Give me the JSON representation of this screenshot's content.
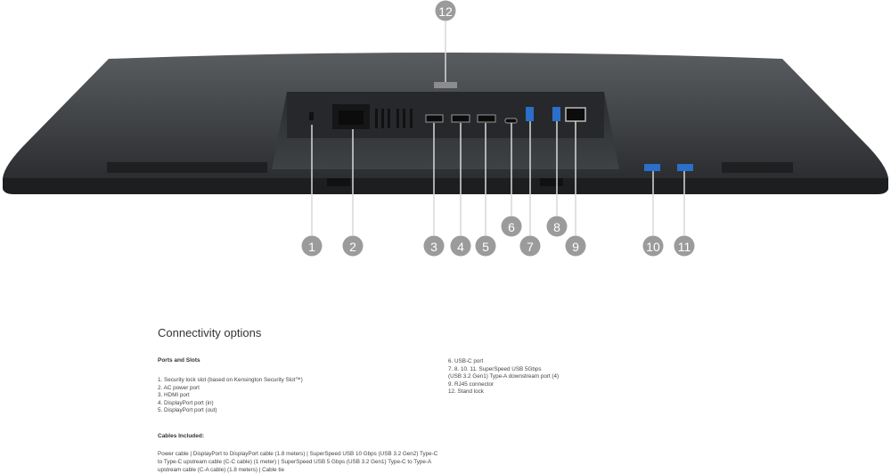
{
  "callouts": [
    "1",
    "2",
    "3",
    "4",
    "5",
    "6",
    "7",
    "8",
    "9",
    "10",
    "11",
    "12"
  ],
  "section_title": "Connectivity options",
  "ports_heading": "Ports and Slots",
  "ports_left": [
    "1. Security lock slot (based on Kensington Security Slot™)",
    "2. AC power port",
    "3. HDMI port",
    "4. DisplayPort port (in)",
    "5. DisplayPort port (out)"
  ],
  "ports_right": [
    "6. USB-C port",
    "7. 8. 10. 11. SuperSpeed USB 5Gbps",
    "(USB 3.2 Gen1) Type-A downstream port (4)",
    "9. RJ45 connector",
    "12. Stand lock"
  ],
  "cables_heading": "Cables Included:",
  "cables_text": "Power cable | DisplayPort to DisplayPort cable (1.8 meters) | SuperSpeed USB 10 Gbps (USB 3.2 Gen2) Type-C to Type-C upstream cable (C-C cable) (1 meter) | SuperSpeed USB 5 Gbps (USB 3.2 Gen1) Type-C to Type-A upstream cable (C-A cable) (1.8 meters) | Cable tie",
  "colors": {
    "callout": "#9b9b9b",
    "body": "#3a3d40",
    "usb_blue": "#2a6fc9"
  }
}
